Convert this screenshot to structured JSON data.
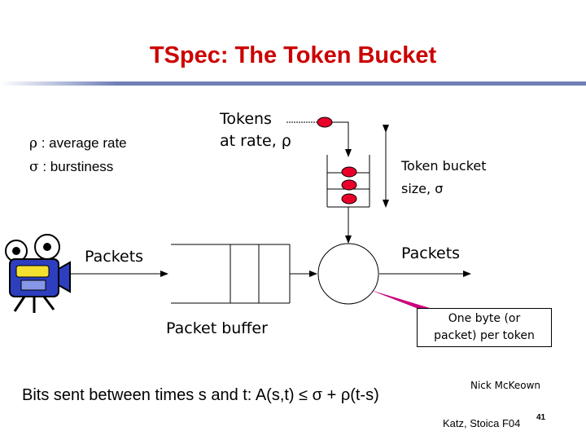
{
  "title": "TSpec: The Token Bucket",
  "legend": {
    "rho_symbol": "ρ",
    "rho_text": ": average rate",
    "sigma_symbol": "σ",
    "sigma_text": ": burstiness"
  },
  "tokens_label": {
    "line1": "Tokens",
    "line2": "at rate, ρ"
  },
  "bucket_label": {
    "line1": "Token bucket",
    "line2": "size, σ"
  },
  "packets_in_label": "Packets",
  "packets_out_label": "Packets",
  "buffer_label": "Packet buffer",
  "callout": {
    "line1": "One byte (or",
    "line2": "packet) per token"
  },
  "formula": "Bits sent between times s and t: A(s,t) ≤ σ + ρ(t-s)",
  "credit": "Nick McKeown",
  "footer": "Katz, Stoica F04",
  "page_number": "41",
  "colors": {
    "title": "#cc0000",
    "token": "#e8002a",
    "rule": "#6f7fb7",
    "camera": "#2d3fbf"
  }
}
